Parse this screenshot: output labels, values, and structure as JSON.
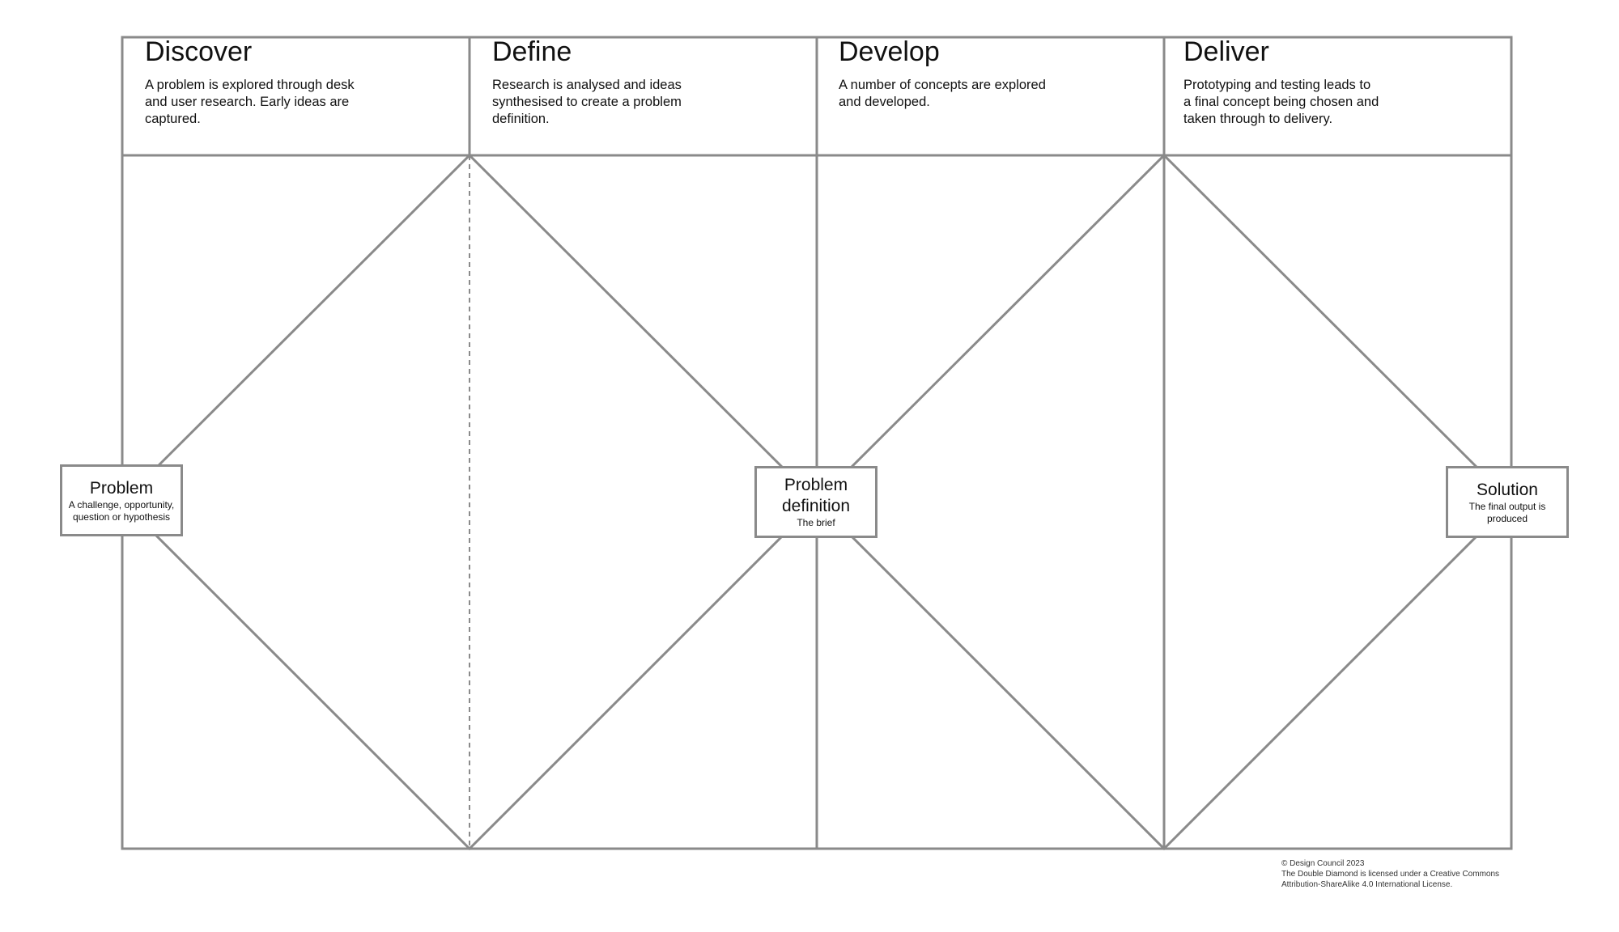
{
  "phases": [
    {
      "title": "Discover",
      "description": "A problem is explored through desk\nand user research. Early ideas are\ncaptured."
    },
    {
      "title": "Define",
      "description": "Research is analysed and ideas\nsynthesised to create a problem\ndefinition."
    },
    {
      "title": "Develop",
      "description": "A number of concepts are explored\nand developed."
    },
    {
      "title": "Deliver",
      "description": "Prototyping and testing leads to\na  final concept being chosen and\ntaken through to delivery."
    }
  ],
  "nodes": {
    "problem": {
      "title": "Problem",
      "subtitle": "A challenge, opportunity,\nquestion or hypothesis"
    },
    "definition": {
      "title": "Problem\ndefinition",
      "subtitle": "The brief"
    },
    "solution": {
      "title": "Solution",
      "subtitle": "The final output is\nproduced"
    }
  },
  "footer": {
    "line1": "© Design Council 2023",
    "line2": "The Double Diamond is licensed under a Creative Commons",
    "line3": "Attribution-ShareAlike 4.0 International License."
  },
  "colors": {
    "line": "#8a8a8a",
    "text": "#111111",
    "background": "#ffffff"
  }
}
